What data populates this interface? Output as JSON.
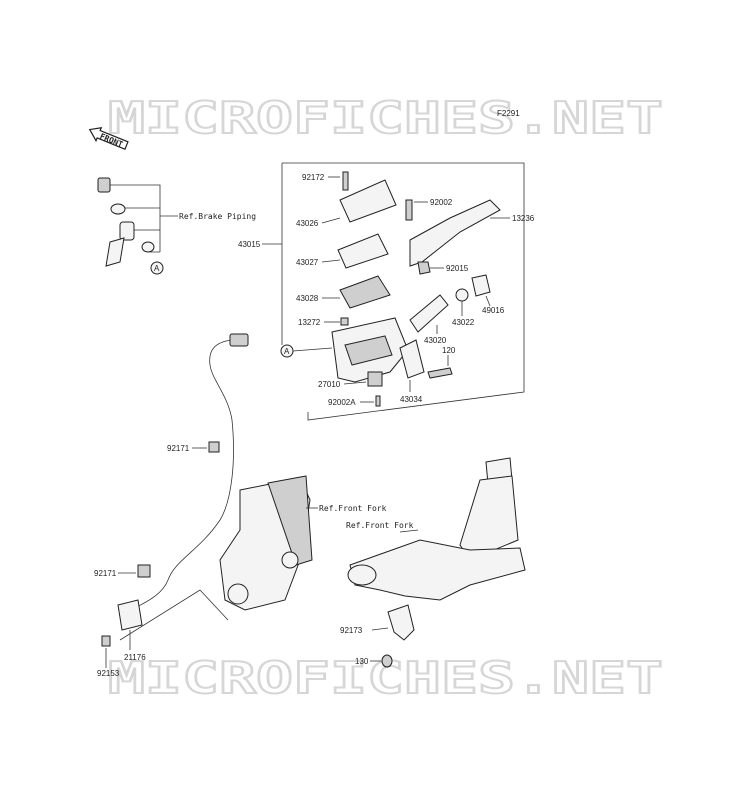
{
  "watermark": {
    "top": "MICROFICHES.NET",
    "bottom": "MICROFICHES.NET"
  },
  "figure_code": "F2291",
  "front_arrow": "FRONT",
  "refs": {
    "brake_piping": "Ref.Brake Piping",
    "front_fork_1": "Ref.Front Fork",
    "front_fork_2": "Ref.Front Fork"
  },
  "callouts": {
    "a1": "A",
    "a2": "A"
  },
  "parts": {
    "p92172": "92172",
    "p43026": "43026",
    "p92002": "92002",
    "p13236": "13236",
    "p43015": "43015",
    "p43027": "43027",
    "p92015": "92015",
    "p43028": "43028",
    "p49016": "49016",
    "p13272": "13272",
    "p43022": "43022",
    "p43020": "43020",
    "p120": "120",
    "p27010": "27010",
    "p92002a": "92002A",
    "p43034": "43034",
    "p92171a": "92171",
    "p92171b": "92171",
    "p92173": "92173",
    "p130": "130",
    "p21176": "21176",
    "p92153": "92153"
  }
}
